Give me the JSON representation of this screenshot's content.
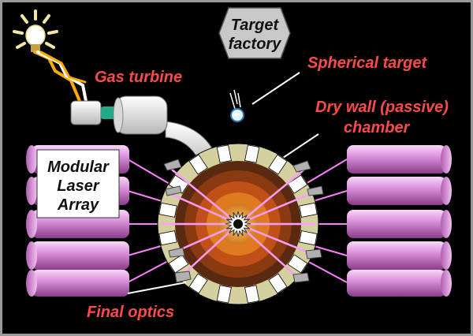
{
  "labels": {
    "target_factory_line1": "Target",
    "target_factory_line2": "factory",
    "spherical_target": "Spherical target",
    "gas_turbine": "Gas turbine",
    "dry_wall_line1": "Dry wall (passive)",
    "dry_wall_line2": "chamber",
    "modular_line1": "Modular",
    "modular_line2": "Laser",
    "modular_line3": "Array",
    "final_optics": "Final optics"
  },
  "icons": {
    "lightbulb": "lightbulb-icon",
    "target_pellet": "spherical-target-icon"
  },
  "colors": {
    "background": "#000000",
    "label_red": "#ff4a4a",
    "laser_module": "#e08ae0",
    "beam": "#ff80ff",
    "wall": "#d4d0a0",
    "border": "#9a9a9a"
  }
}
